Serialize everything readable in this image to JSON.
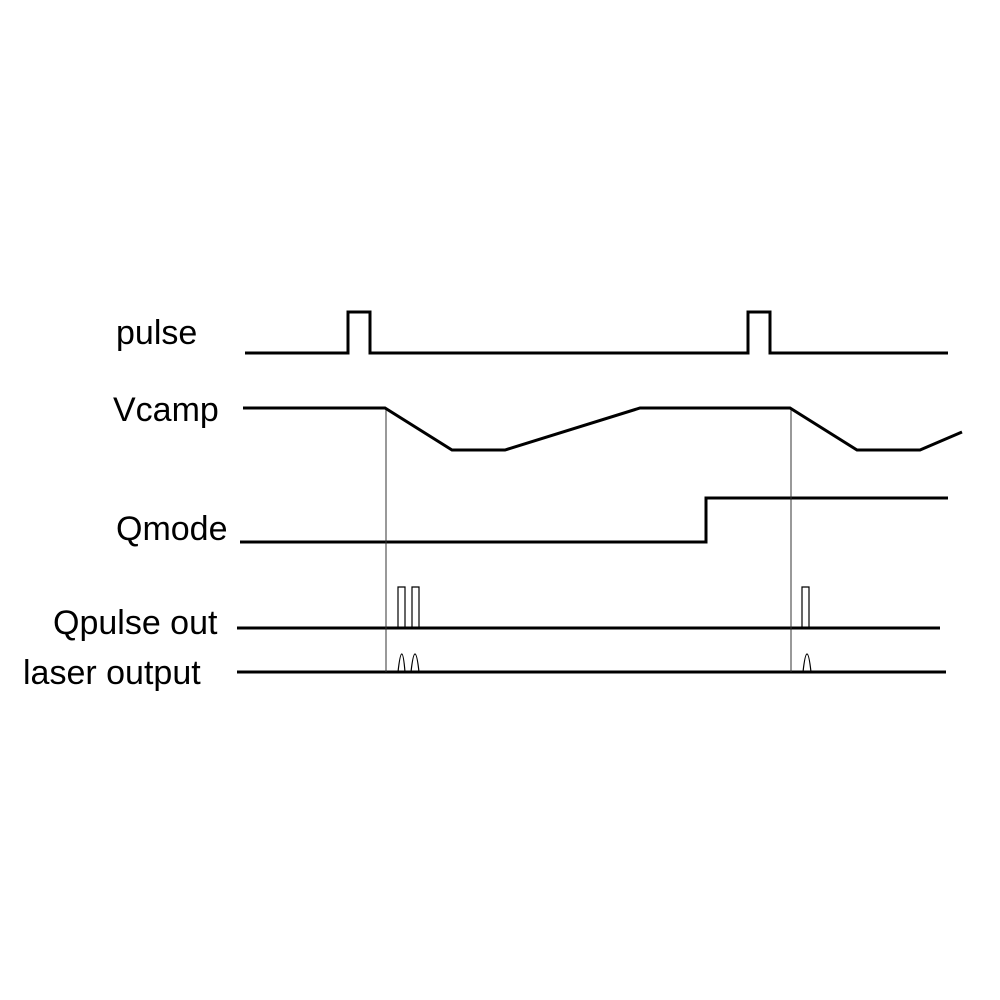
{
  "signals": {
    "pulse": "pulse",
    "vcamp": "Vcamp",
    "qmode": "Qmode",
    "qpulse": "Qpulse out",
    "laser": "laser output"
  }
}
